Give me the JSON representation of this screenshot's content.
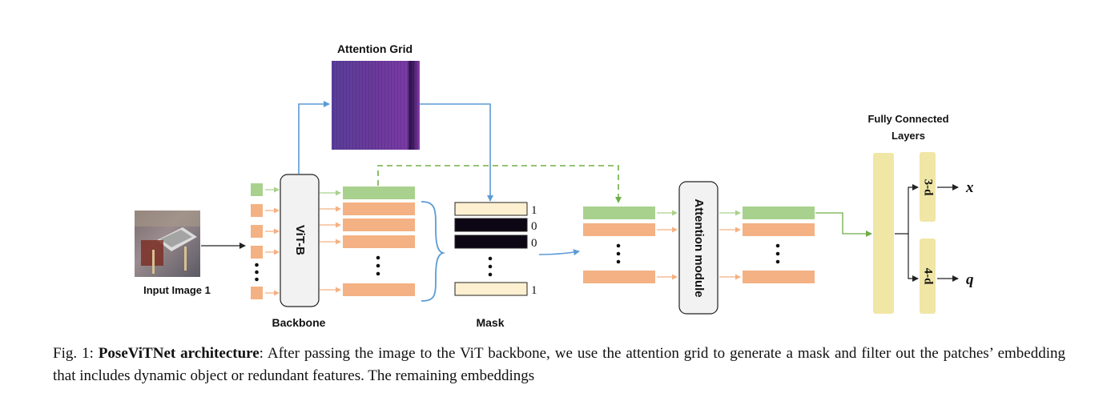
{
  "labels": {
    "attention_grid": "Attention Grid",
    "input_image": "Input Image 1",
    "backbone": "Backbone",
    "vit": "ViT-B",
    "mask": "Mask",
    "attention_module": "Attention module",
    "fc_line1": "Fully Connected",
    "fc_line2": "Layers",
    "fc_3d": "3-d",
    "fc_4d": "4-d",
    "out_x": "x",
    "out_q": "q"
  },
  "mask_values": [
    "1",
    "0",
    "0",
    "1"
  ],
  "caption": {
    "prefix": "Fig. 1: ",
    "title": "PoseViTNet architecture",
    "text": ": After passing the image to the ViT backbone, we use the attention grid to generate a mask and filter out the patches’ embedding that includes dynamic object or redundant features. The remaining embeddings"
  },
  "colors": {
    "patch_green": "#a9d18e",
    "patch_orange": "#f4b183",
    "mask_light": "#fdf0d0",
    "mask_dark": "#0d0614",
    "fc_yellow": "#f0e6a6",
    "arrow_blue": "#5b9bd5",
    "arrow_green": "#70ad47",
    "brace_blue": "#5b9bd5",
    "grid_purple": "#6a2b8c"
  }
}
